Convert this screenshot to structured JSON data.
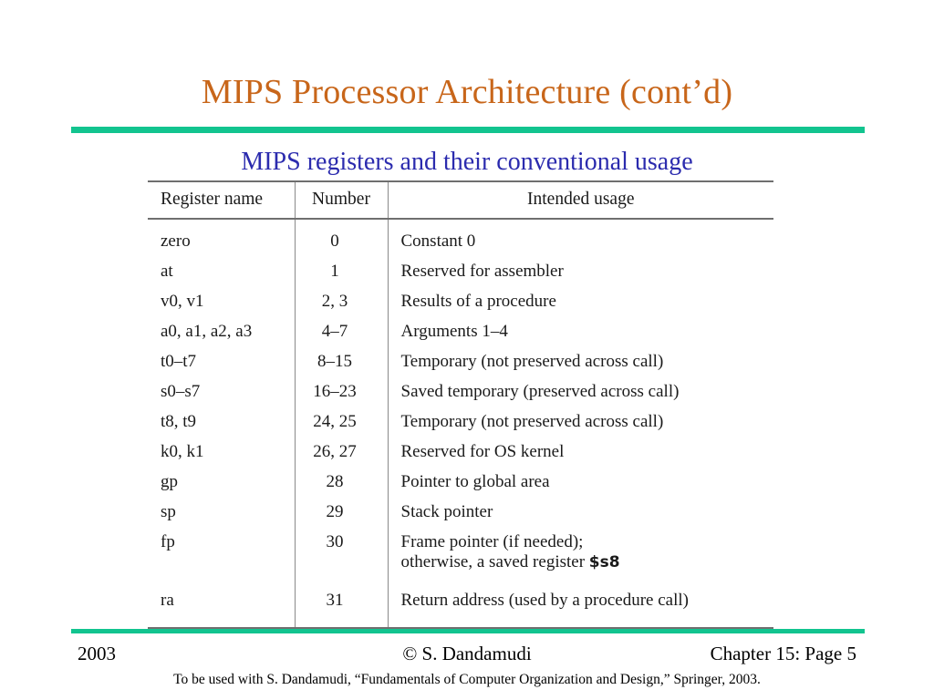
{
  "slide": {
    "title": "MIPS Processor Architecture (cont’d)",
    "subtitle": "MIPS registers and their conventional usage",
    "accent_orange": "#C8661A",
    "accent_green": "#12C48F",
    "accent_blue": "#2B2BAE"
  },
  "table": {
    "headers": {
      "register_name": "Register name",
      "number": "Number",
      "intended_usage": "Intended usage"
    },
    "rows": [
      {
        "name": "zero",
        "number": "0",
        "usage": "Constant 0"
      },
      {
        "name": "at",
        "number": "1",
        "usage": "Reserved for assembler"
      },
      {
        "name": "v0, v1",
        "number": "2, 3",
        "usage": "Results of a procedure"
      },
      {
        "name": "a0, a1, a2, a3",
        "number": "4–7",
        "usage": "Arguments 1–4"
      },
      {
        "name": "t0–t7",
        "number": "8–15",
        "usage": "Temporary (not preserved across call)"
      },
      {
        "name": "s0–s7",
        "number": "16–23",
        "usage": "Saved temporary (preserved across call)"
      },
      {
        "name": "t8, t9",
        "number": "24, 25",
        "usage": "Temporary (not preserved across call)"
      },
      {
        "name": "k0, k1",
        "number": "26, 27",
        "usage": "Reserved for OS kernel"
      },
      {
        "name": "gp",
        "number": "28",
        "usage": "Pointer to global area"
      },
      {
        "name": "sp",
        "number": "29",
        "usage": "Stack pointer"
      },
      {
        "name": "fp",
        "number": "30",
        "usage": "Frame pointer (if needed);",
        "usage_line2_prefix": "otherwise, a saved register ",
        "usage_line2_code": "$s8"
      },
      {
        "name": "ra",
        "number": "31",
        "usage": "Return address (used by a procedure call)"
      }
    ]
  },
  "footer": {
    "year": "2003",
    "copyright": "© S. Dandamudi",
    "chapter": "Chapter 15: Page 5",
    "attribution": "To be used with S. Dandamudi, “Fundamentals of Computer Organization and Design,” Springer, 2003."
  }
}
